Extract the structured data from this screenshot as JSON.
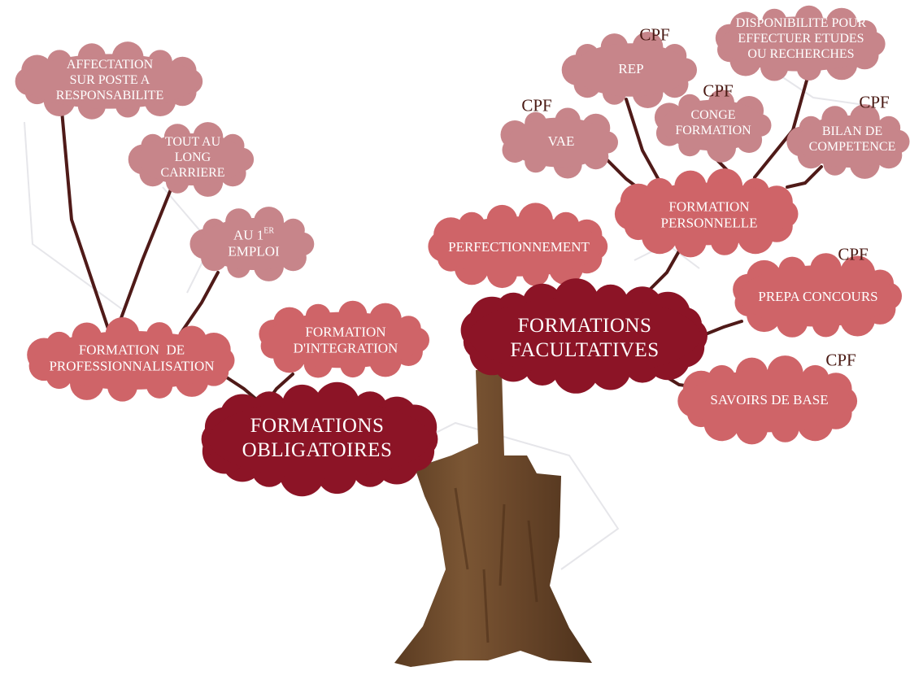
{
  "obligatoires": {
    "title": [
      "FORMATIONS",
      "OBLIGATOIRES"
    ],
    "professionnalisation": {
      "label": [
        "FORMATION  DE",
        "PROFESSIONNALISATION"
      ],
      "affectation": [
        "AFFECTATION",
        "SUR POSTE A",
        "RESPONSABILITE"
      ],
      "carriere": [
        "TOUT AU",
        "LONG",
        "CARRIERE"
      ],
      "premier_emploi_base": "AU 1",
      "premier_emploi_sup": "ER",
      "premier_emploi_line2": "EMPLOI"
    },
    "integration": [
      "FORMATION",
      "D'INTEGRATION"
    ]
  },
  "facultatives": {
    "title": [
      "FORMATIONS",
      "FACULTATIVES"
    ],
    "perfectionnement": "PERFECTIONNEMENT",
    "personnelle": {
      "label": [
        "FORMATION",
        "PERSONNELLE"
      ],
      "vae": "VAE",
      "rep": "REP",
      "conge_formation": [
        "CONGE",
        "FORMATION"
      ],
      "disponibilite": [
        "DISPONIBILITE POUR",
        "EFFECTUER ETUDES",
        "OU RECHERCHES"
      ],
      "bilan": [
        "BILAN DE",
        "COMPETENCE"
      ]
    },
    "prepa_concours": "PREPA CONCOURS",
    "savoirs_de_base": "SAVOIRS DE BASE"
  },
  "cpf_label": "CPF",
  "colors": {
    "dark_cloud": "#8c1426",
    "mid_cloud": "#cf6468",
    "light_cloud": "#c7858a",
    "branch": "#4f1a18",
    "trunk": "#6e4a2b",
    "cpf_text": "#4a1a14"
  }
}
